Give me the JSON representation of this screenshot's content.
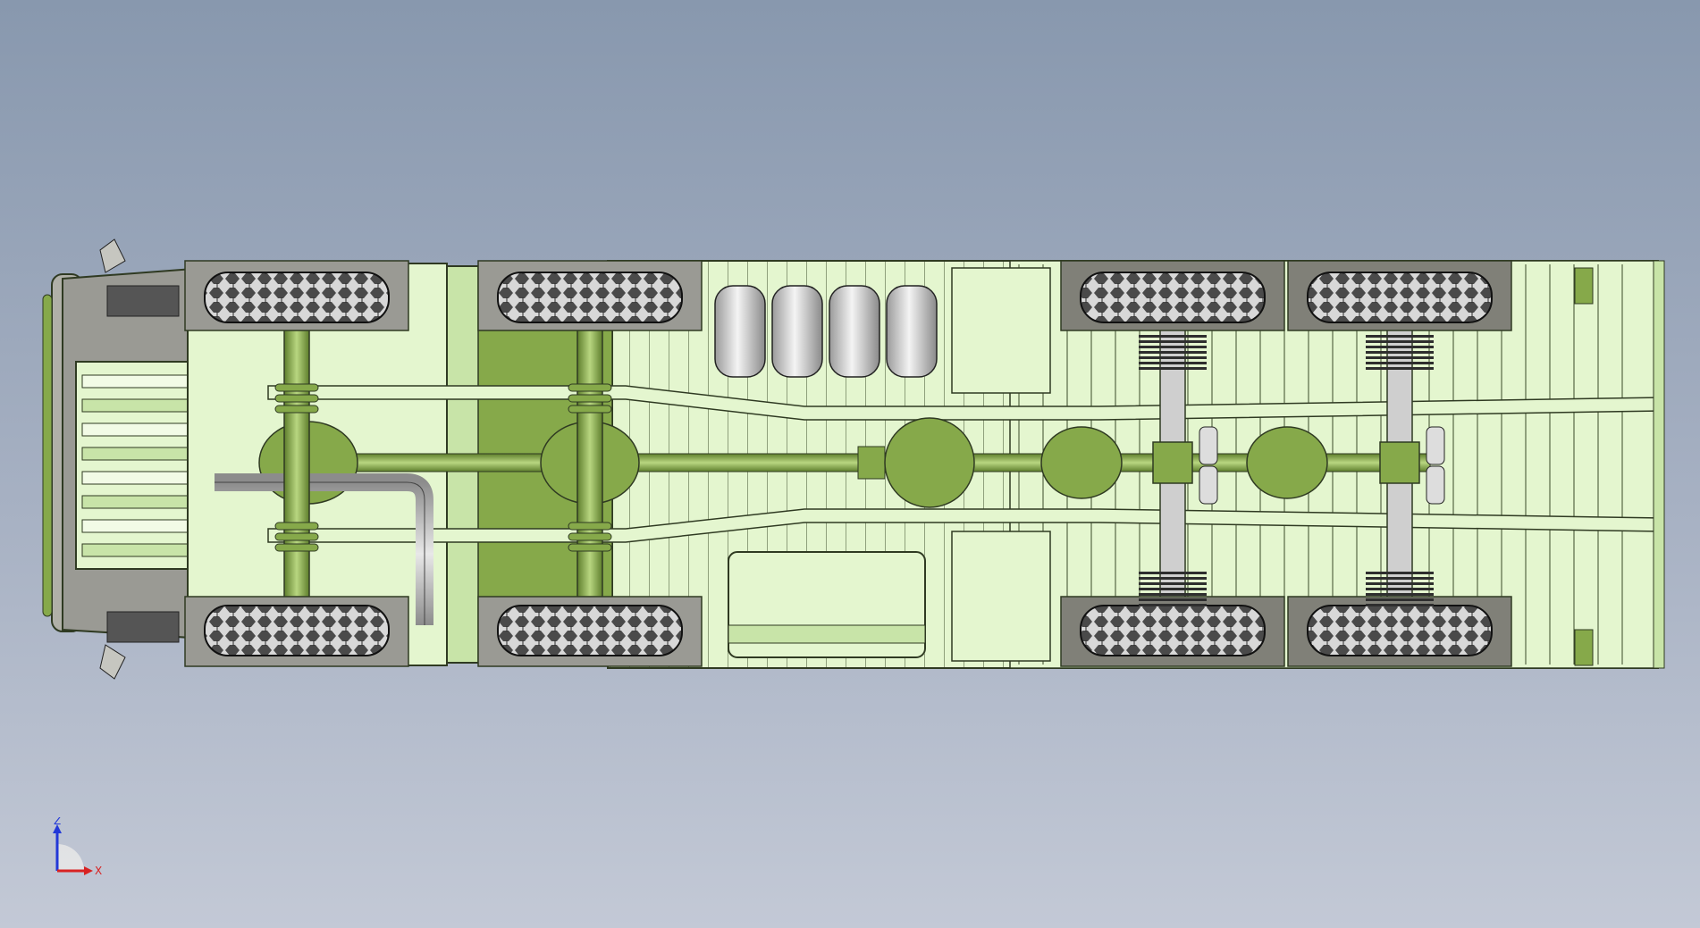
{
  "viewport": {
    "background_top": "#8898ae",
    "background_bottom": "#c3c9d6"
  },
  "model": {
    "colors": {
      "frame_light": "#e4f6cf",
      "frame_mid": "#c8e4a8",
      "frame_line": "#2f3a22",
      "axle_green": "#86a94a",
      "axle_dark": "#5e7e2c",
      "cab_gray": "#9a9a94",
      "tire_dark": "#3a3a3a",
      "tank_silver": "#dcdcdc",
      "exhaust_gray": "#b9b9b9"
    },
    "axle_count": 4,
    "wheel_count": 8,
    "air_tank_count": 4
  },
  "triad": {
    "z_label": "Z",
    "x_label": "X",
    "z_color": "#2238d8",
    "x_color": "#d82222"
  }
}
